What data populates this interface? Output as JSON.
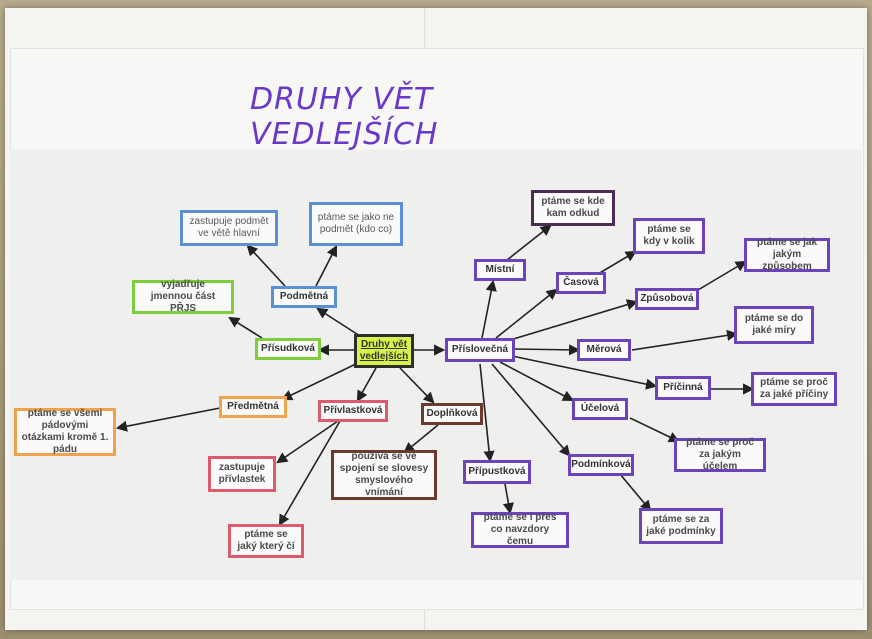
{
  "title": "DRUHY VĚT VEDLEJŠÍCH",
  "center": "Druhy vět vedlejších",
  "types": {
    "podmetna": "Podmětná",
    "prisudkova": "Přísudková",
    "predmetna": "Předmětná",
    "privlastkova": "Přívlastková",
    "doplnkova": "Doplňková",
    "prislovecna": "Příslovečná"
  },
  "adverbial": {
    "mistni": "Místní",
    "casova": "Časová",
    "zpusobova": "Způsobová",
    "merova": "Měrová",
    "pricinna": "Příčinná",
    "ucelova": "Účelová",
    "podminkova": "Podmínková",
    "pripustkova": "Přípustková"
  },
  "notes": {
    "podmetna_1": "zastupuje podmět ve větě hlavní",
    "podmetna_2": "ptáme se jako ne podmět (kdo co)",
    "prisudkova": "vyjadřuje jmennou část PŘJS",
    "predmetna": "ptáme se všemi pádovými otázkami kromě 1. pádu",
    "privlastkova_1": "zastupuje přívlastek",
    "privlastkova_2": "ptáme se jaký který čí",
    "doplnkova": "používá se ve spojení se slovesy smyslového vnímání",
    "mistni": "ptáme se kde kam odkud",
    "casova": "ptáme se kdy v kolik",
    "zpusobova": "ptáme se jak jakým způsobem",
    "merova": "ptáme se do jaké míry",
    "pricinna": "ptáme se proč za jaké příčiny",
    "ucelova": "ptáme se proč za jakým účelem",
    "podminkova": "ptáme se za jaké podmínky",
    "pripustkova": "ptáme se i přes co navzdory čemu"
  }
}
